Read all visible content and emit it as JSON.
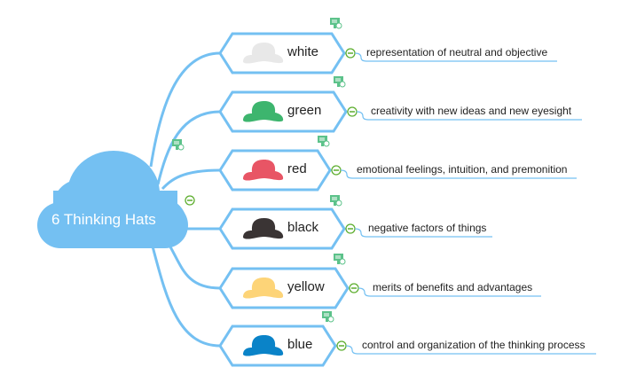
{
  "central_topic": {
    "label": "6 Thinking Hats",
    "color": "#74C0F2"
  },
  "line_color": "#74C0F2",
  "hats": [
    {
      "name": "white",
      "hat_color": "#E8E8E8",
      "description": "representation of neutral and objective"
    },
    {
      "name": "green",
      "hat_color": "#3DB56E",
      "description": "creativity with new ideas and new eyesight"
    },
    {
      "name": "red",
      "hat_color": "#E85565",
      "description": "emotional feelings, intuition, and premonition"
    },
    {
      "name": "black",
      "hat_color": "#3A3434",
      "description": "negative factors of things"
    },
    {
      "name": "yellow",
      "hat_color": "#FDD478",
      "description": "merits of benefits and advantages"
    },
    {
      "name": "blue",
      "hat_color": "#0A83C8",
      "description": "control and organization of the thinking process"
    }
  ],
  "icons": {
    "note": "note-icon",
    "collapse": "collapse-toggle-icon"
  }
}
